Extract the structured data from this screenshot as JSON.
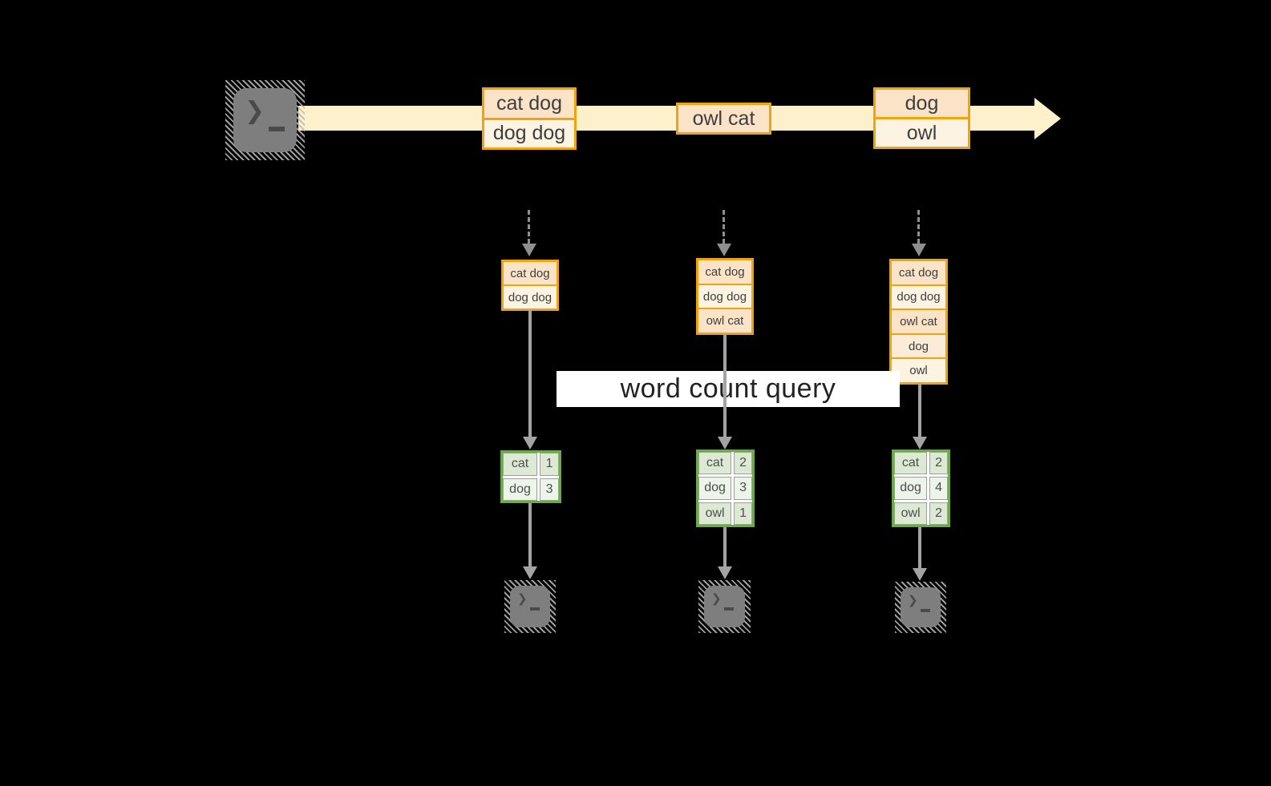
{
  "banner": {
    "label": "word count query"
  },
  "icons": {
    "terminal_prompt": "❯"
  },
  "colors": {
    "background": "#000000",
    "stream_fill": "#fcf1cb",
    "record_border": "#f0a30a",
    "record_fill_peach": "#fae3c6",
    "record_fill_cream": "#fdf3e3",
    "table_border": "#6ea84e",
    "table_row_dark": "#dde9d4",
    "table_row_light": "#edf4e9",
    "arrow_gray": "#a3a3a3",
    "banner_bg": "#ffffff"
  },
  "stream": {
    "batches": [
      {
        "rows": [
          "cat dog",
          "dog dog"
        ]
      },
      {
        "rows": [
          "owl cat"
        ]
      },
      {
        "rows": [
          "dog",
          "owl"
        ]
      }
    ]
  },
  "columns": [
    {
      "state_rows": [
        "cat dog",
        "dog dog"
      ],
      "counts": [
        {
          "word": "cat",
          "count": "1"
        },
        {
          "word": "dog",
          "count": "3"
        }
      ]
    },
    {
      "state_rows": [
        "cat dog",
        "dog dog",
        "owl cat"
      ],
      "counts": [
        {
          "word": "cat",
          "count": "2"
        },
        {
          "word": "dog",
          "count": "3"
        },
        {
          "word": "owl",
          "count": "1"
        }
      ]
    },
    {
      "state_rows": [
        "cat dog",
        "dog dog",
        "owl cat",
        "dog",
        "owl"
      ],
      "counts": [
        {
          "word": "cat",
          "count": "2"
        },
        {
          "word": "dog",
          "count": "4"
        },
        {
          "word": "owl",
          "count": "2"
        }
      ]
    }
  ]
}
